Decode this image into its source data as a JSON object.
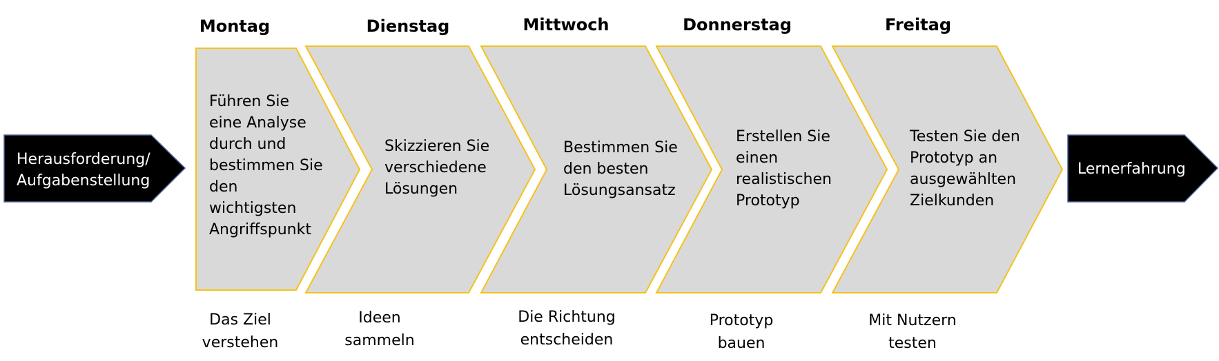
{
  "diagram": {
    "colors": {
      "step_fill": "#d9d9d9",
      "step_border": "#f5c21b",
      "terminal_fill": "#000000",
      "terminal_border": "#4a6496",
      "terminal_text": "#ffffff",
      "text": "#000000"
    },
    "start": {
      "lines": [
        "Herausforderung/",
        "Aufgabenstellung"
      ]
    },
    "end": {
      "lines": [
        "Lernerfahrung"
      ]
    },
    "steps": [
      {
        "day": "Montag",
        "lines": [
          "Führen Sie",
          "eine Analyse",
          "durch und",
          "bestimmen Sie",
          "den",
          "wichtigsten",
          "Angriffspunkt"
        ],
        "caption": [
          "Das Ziel",
          "verstehen"
        ]
      },
      {
        "day": "Dienstag",
        "lines": [
          "Skizzieren Sie",
          "verschiedene",
          "Lösungen"
        ],
        "caption": [
          "Ideen",
          "sammeln"
        ]
      },
      {
        "day": "Mittwoch",
        "lines": [
          "Bestimmen Sie",
          "den besten",
          "Lösungsansatz"
        ],
        "caption": [
          "Die Richtung",
          "entscheiden"
        ]
      },
      {
        "day": "Donnerstag",
        "lines": [
          "Erstellen Sie",
          "einen",
          "realistischen",
          "Prototyp"
        ],
        "caption": [
          "Prototyp",
          "bauen"
        ]
      },
      {
        "day": "Freitag",
        "lines": [
          "Testen Sie den",
          "Prototyp an",
          "ausgewählten",
          "Zielkunden"
        ],
        "caption": [
          "Mit Nutzern",
          "testen"
        ]
      }
    ]
  }
}
